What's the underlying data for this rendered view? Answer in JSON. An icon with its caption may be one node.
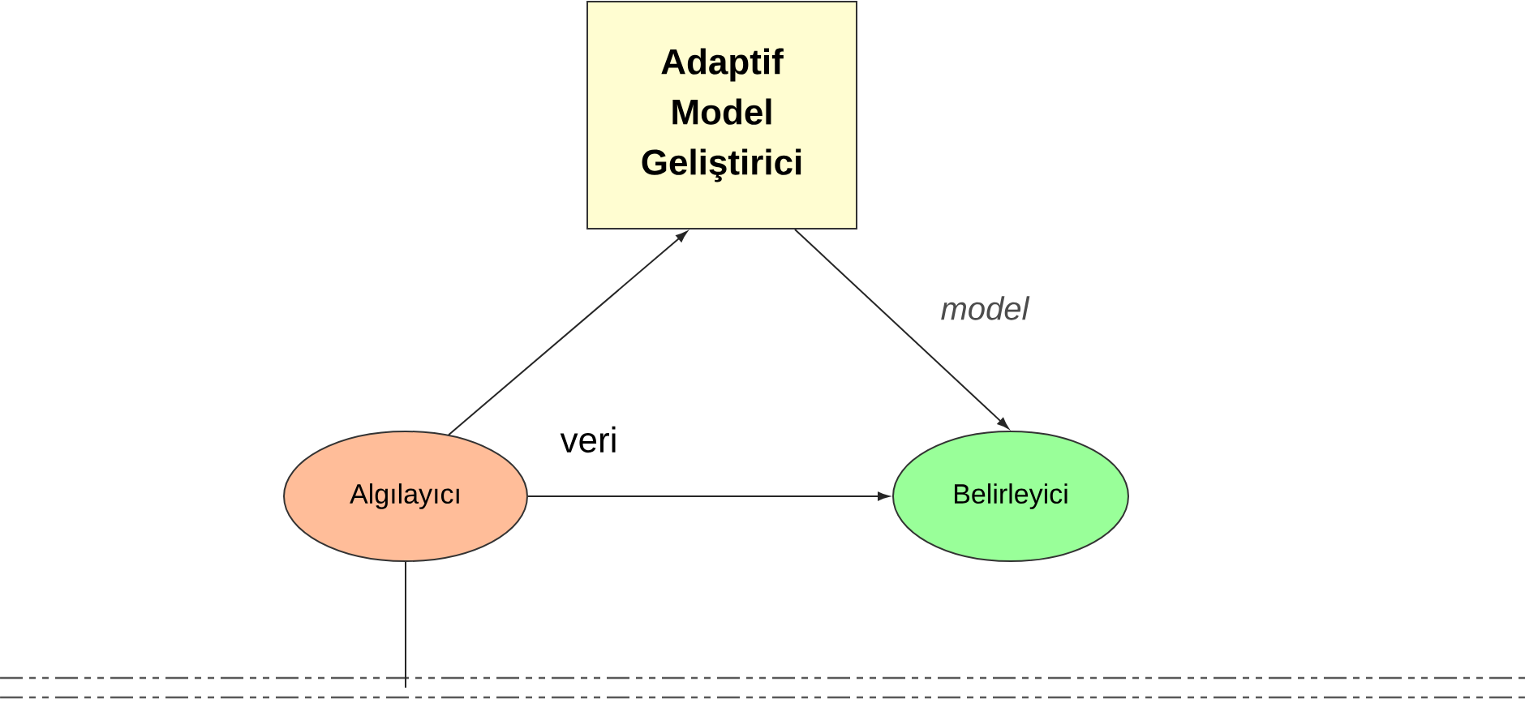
{
  "diagram": {
    "nodes": [
      {
        "text": [
          "Adaptif Model Geliştirici"
        ]
      },
      {
        "text": [
          "Algılayıcı"
        ]
      },
      {
        "text": [
          "Belirleyici"
        ]
      },
      {
        "text": [],
        "shape": "bar"
      }
    ],
    "edges": [
      {
        "from": 1,
        "to": 0,
        "arrow": "to"
      },
      {
        "from": 0,
        "to": 2,
        "arrow": "to",
        "label": "model"
      },
      {
        "from": 1,
        "to": 2,
        "arrow": "to",
        "label": "veri"
      },
      {
        "from": 1,
        "to": 3,
        "arrow": "none"
      }
    ]
  }
}
